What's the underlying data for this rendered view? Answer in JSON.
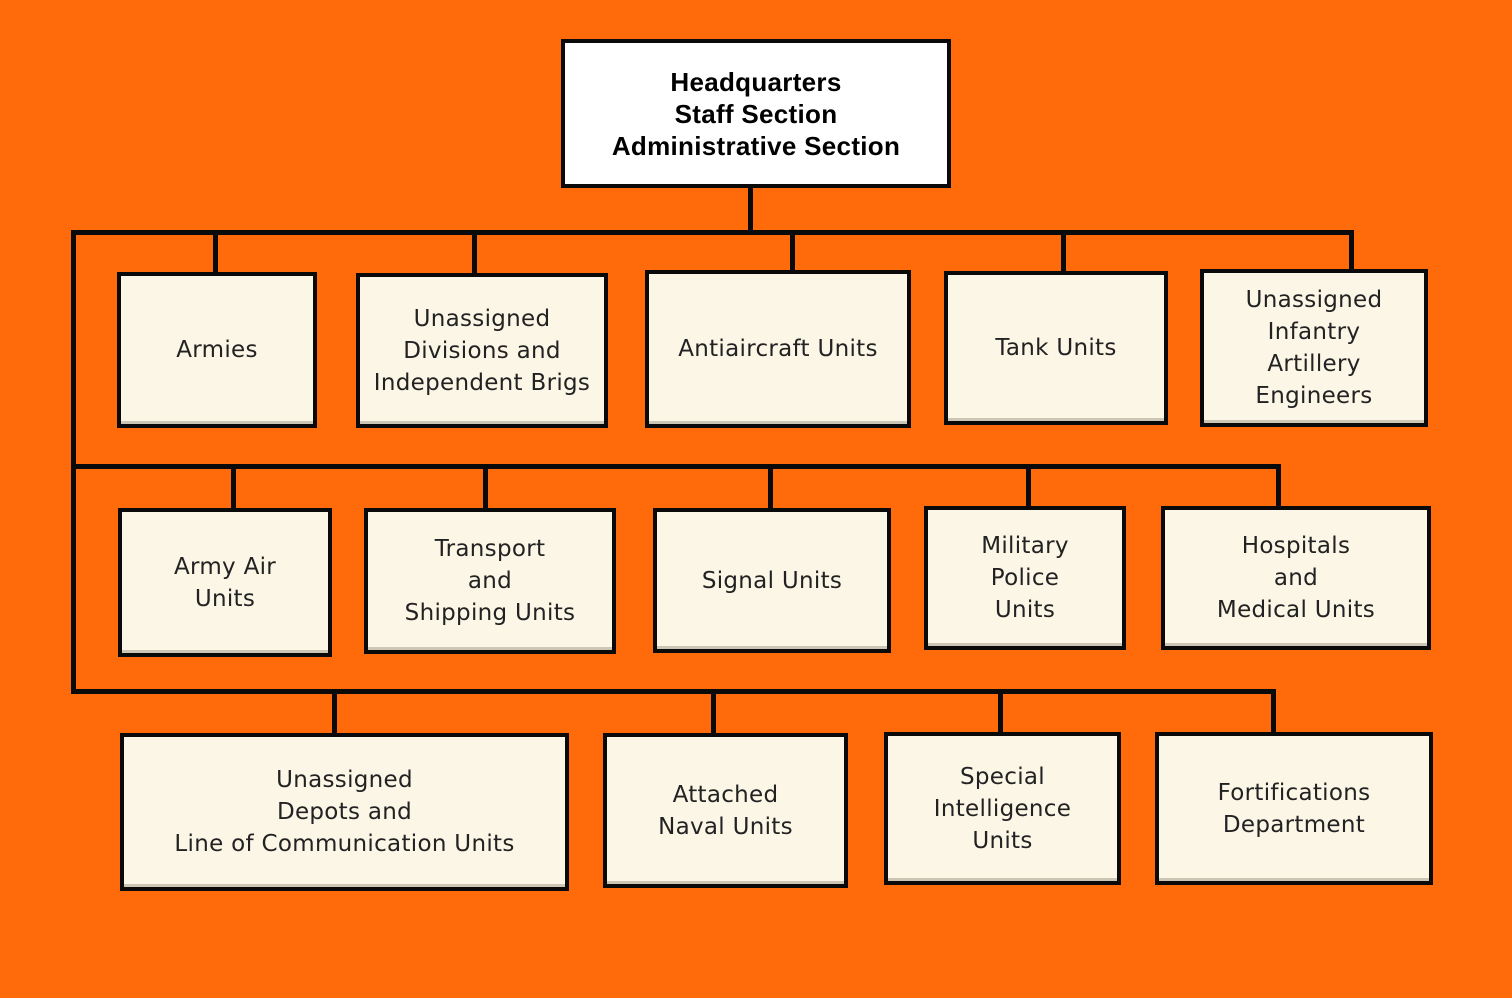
{
  "headquarters": {
    "lines": [
      "Headquarters",
      "Staff Section",
      "Administrative Section"
    ]
  },
  "rows": [
    {
      "units": [
        {
          "lines": [
            "Armies"
          ]
        },
        {
          "lines": [
            "Unassigned",
            "Divisions and",
            "Independent Brigs"
          ]
        },
        {
          "lines": [
            "Antiaircraft Units"
          ]
        },
        {
          "lines": [
            "Tank Units"
          ]
        },
        {
          "lines": [
            "Unassigned",
            "Infantry",
            "Artillery",
            "Engineers"
          ]
        }
      ]
    },
    {
      "units": [
        {
          "lines": [
            "Army Air",
            "Units"
          ]
        },
        {
          "lines": [
            "Transport",
            "and",
            "Shipping Units"
          ]
        },
        {
          "lines": [
            "Signal Units"
          ]
        },
        {
          "lines": [
            "Military",
            "Police",
            "Units"
          ]
        },
        {
          "lines": [
            "Hospitals",
            "and",
            "Medical Units"
          ]
        }
      ]
    },
    {
      "units": [
        {
          "lines": [
            "Unassigned",
            "Depots and",
            "Line of Communication Units"
          ]
        },
        {
          "lines": [
            "Attached",
            "Naval Units"
          ]
        },
        {
          "lines": [
            "Special",
            "Intelligence",
            "Units"
          ]
        },
        {
          "lines": [
            "Fortifications",
            "Department"
          ]
        }
      ]
    }
  ],
  "colors": {
    "background": "#ff6a0a",
    "box_fill": "#fbf6e6",
    "hq_fill": "#ffffff",
    "connector": "#0a0a0a"
  }
}
